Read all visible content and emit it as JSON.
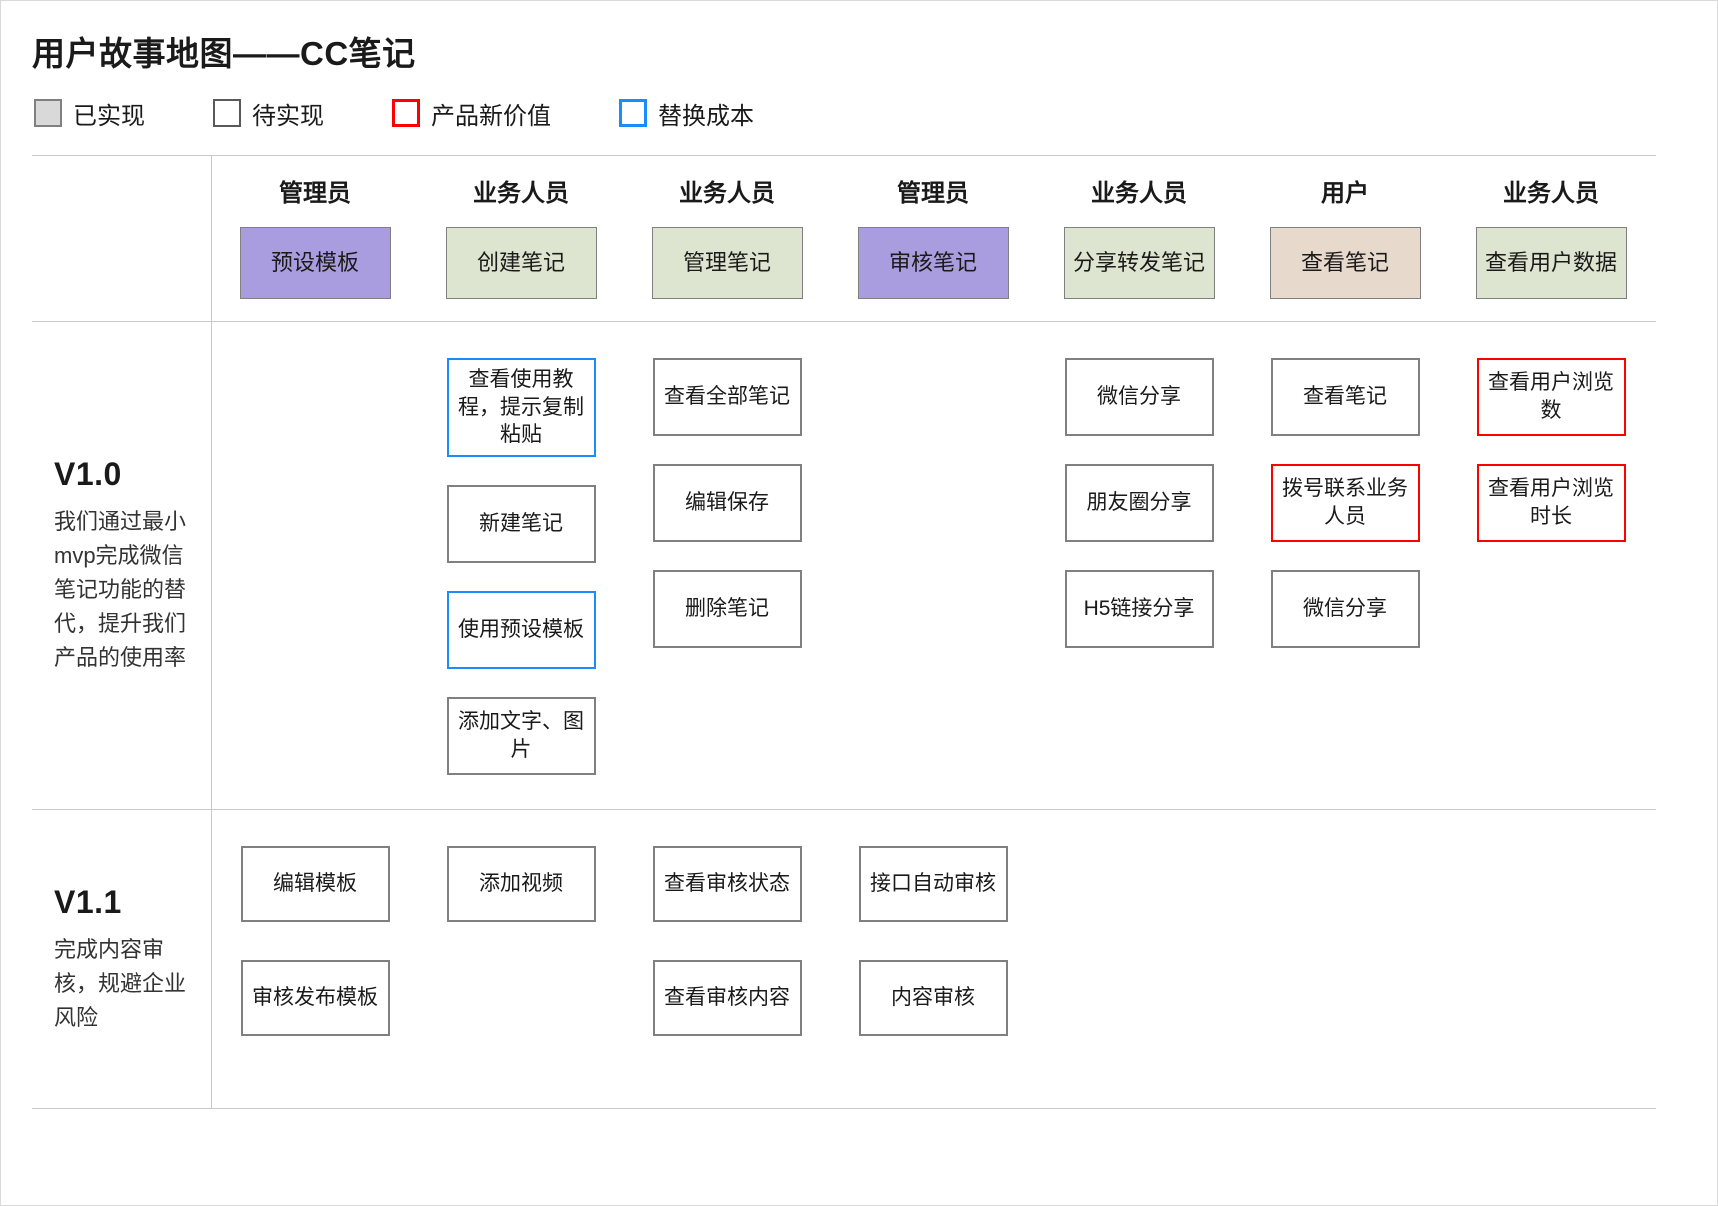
{
  "title": "用户故事地图——CC笔记",
  "legend": [
    {
      "label": "已实现",
      "fill": "#d9d9d9",
      "border": "#808080"
    },
    {
      "label": "待实现",
      "fill": "#ffffff",
      "border": "#595959"
    },
    {
      "label": "产品新价值",
      "fill": "#ffffff",
      "border": "#ff0000"
    },
    {
      "label": "替换成本",
      "fill": "#ffffff",
      "border": "#1a8cff"
    }
  ],
  "colors": {
    "activity_purple": "#a99de0",
    "activity_green": "#dde5d0",
    "activity_tan": "#e8d9cd",
    "card_border_gray": "#808080",
    "card_border_red": "#ff0000",
    "card_border_blue": "#1a8cff",
    "grid_line": "#c9c9c9"
  },
  "columns": [
    {
      "role": "管理员",
      "activity": "预设模板",
      "activity_style": "purple"
    },
    {
      "role": "业务人员",
      "activity": "创建笔记",
      "activity_style": "green"
    },
    {
      "role": "业务人员",
      "activity": "管理笔记",
      "activity_style": "green"
    },
    {
      "role": "管理员",
      "activity": "审核笔记",
      "activity_style": "purple"
    },
    {
      "role": "业务人员",
      "activity": "分享转发笔记",
      "activity_style": "green"
    },
    {
      "role": "用户",
      "activity": "查看笔记",
      "activity_style": "tan"
    },
    {
      "role": "业务人员",
      "activity": "查看用户数据",
      "activity_style": "green"
    }
  ],
  "releases": [
    {
      "name": "V1.0",
      "description": "我们通过最小mvp完成微信笔记功能的替代，提升我们产品的使用率",
      "columns": [
        {
          "cards": []
        },
        {
          "cards": [
            {
              "text": "查看使用教程，提示复制粘贴",
              "style": "blue"
            },
            {
              "text": "新建笔记",
              "style": "gray"
            },
            {
              "text": "使用预设模板",
              "style": "blue"
            },
            {
              "text": "添加文字、图片",
              "style": "gray"
            }
          ]
        },
        {
          "cards": [
            {
              "text": "查看全部笔记",
              "style": "gray"
            },
            {
              "text": "编辑保存",
              "style": "gray"
            },
            {
              "text": "删除笔记",
              "style": "gray"
            }
          ]
        },
        {
          "cards": []
        },
        {
          "cards": [
            {
              "text": "微信分享",
              "style": "gray"
            },
            {
              "text": "朋友圈分享",
              "style": "gray"
            },
            {
              "text": "H5链接分享",
              "style": "gray"
            }
          ]
        },
        {
          "cards": [
            {
              "text": "查看笔记",
              "style": "gray"
            },
            {
              "text": "拨号联系业务人员",
              "style": "red"
            },
            {
              "text": "微信分享",
              "style": "gray"
            }
          ]
        },
        {
          "cards": [
            {
              "text": "查看用户浏览数",
              "style": "red"
            },
            {
              "text": "查看用户浏览时长",
              "style": "red"
            }
          ]
        }
      ]
    },
    {
      "name": "V1.1",
      "description": "完成内容审核，规避企业风险",
      "columns": [
        {
          "cards": [
            {
              "text": "编辑模板",
              "style": "gray"
            },
            {
              "text": "审核发布模板",
              "style": "gray"
            }
          ]
        },
        {
          "cards": [
            {
              "text": "添加视频",
              "style": "gray"
            }
          ]
        },
        {
          "cards": [
            {
              "text": "查看审核状态",
              "style": "gray"
            },
            {
              "text": "查看审核内容",
              "style": "gray"
            }
          ]
        },
        {
          "cards": [
            {
              "text": "接口自动审核",
              "style": "gray"
            },
            {
              "text": "内容审核",
              "style": "gray"
            }
          ]
        },
        {
          "cards": []
        },
        {
          "cards": []
        },
        {
          "cards": []
        }
      ]
    }
  ]
}
